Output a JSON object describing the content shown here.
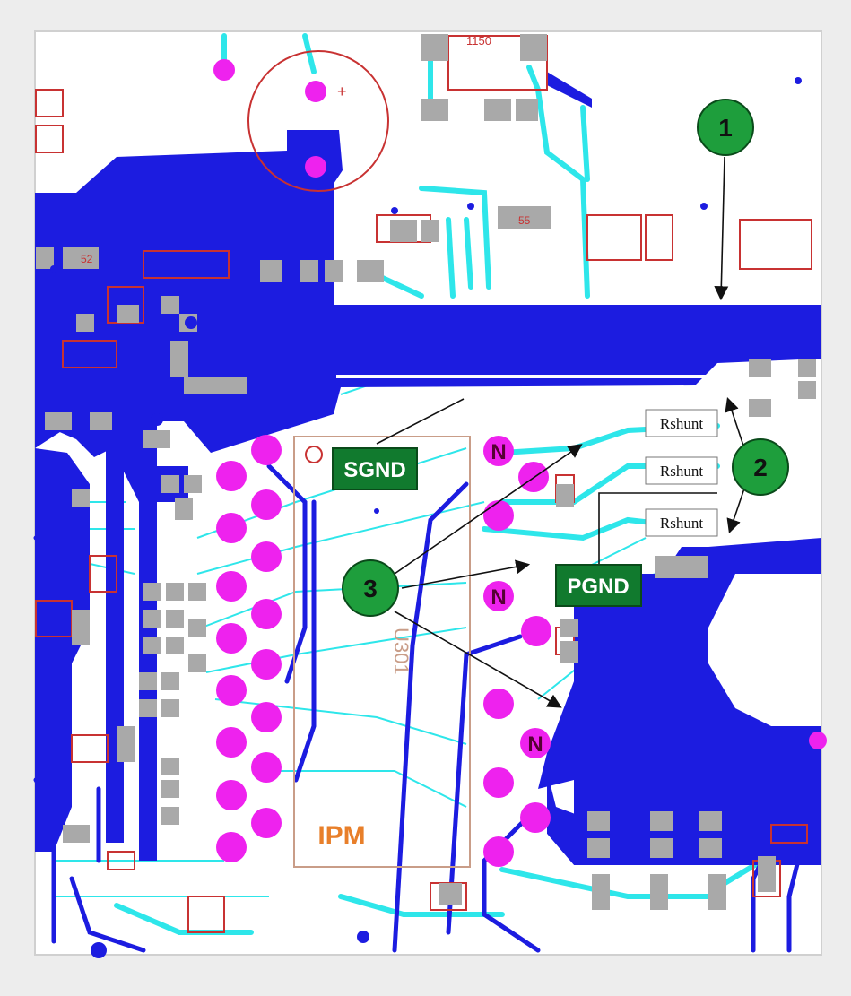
{
  "labels": {
    "sgnd": "SGND",
    "pgnd": "PGND",
    "ipm": "IPM",
    "designator": "U301",
    "rshunt_top": "Rshunt",
    "rshunt_mid": "Rshunt",
    "rshunt_bot": "Rshunt",
    "n_top": "N",
    "n_mid": "N",
    "n_bot": "N",
    "callout_1": "1",
    "callout_2": "2",
    "callout_3": "3",
    "pad_55": "55",
    "pad_52": "52",
    "cap_top": "1150"
  },
  "colors": {
    "copper_blue": "#1c1ce0",
    "trace_cyan": "#2ee6ea",
    "via_magenta": "#ee22ee",
    "pad_gray": "#a9a9a9",
    "silk_red": "#c83232",
    "callout_green": "#1e9e3c",
    "label_green": "#117a2e",
    "ipm_orange": "#e87f2a"
  }
}
